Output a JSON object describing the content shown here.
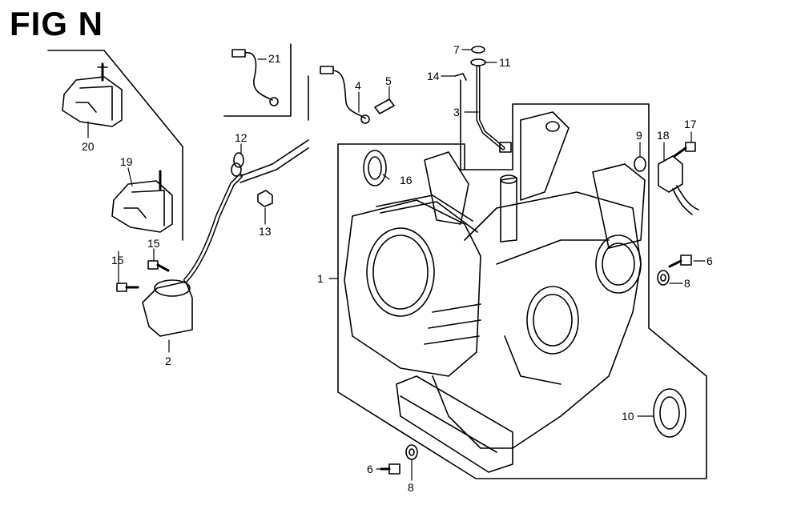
{
  "title": "FIG N",
  "callouts": [
    {
      "id": "c1",
      "text": "1"
    },
    {
      "id": "c2",
      "text": "2"
    },
    {
      "id": "c3",
      "text": "3"
    },
    {
      "id": "c4",
      "text": "4"
    },
    {
      "id": "c5",
      "text": "5"
    },
    {
      "id": "c6a",
      "text": "6"
    },
    {
      "id": "c6b",
      "text": "6"
    },
    {
      "id": "c7",
      "text": "7"
    },
    {
      "id": "c8a",
      "text": "8"
    },
    {
      "id": "c8b",
      "text": "8"
    },
    {
      "id": "c9",
      "text": "9"
    },
    {
      "id": "c10",
      "text": "10"
    },
    {
      "id": "c11",
      "text": "11"
    },
    {
      "id": "c12",
      "text": "12"
    },
    {
      "id": "c13",
      "text": "13"
    },
    {
      "id": "c14",
      "text": "14"
    },
    {
      "id": "c15a",
      "text": "15"
    },
    {
      "id": "c15b",
      "text": "15"
    },
    {
      "id": "c16",
      "text": "16"
    },
    {
      "id": "c17",
      "text": "17"
    },
    {
      "id": "c18",
      "text": "18"
    },
    {
      "id": "c19",
      "text": "19"
    },
    {
      "id": "c20",
      "text": "20"
    },
    {
      "id": "c21",
      "text": "21"
    }
  ]
}
